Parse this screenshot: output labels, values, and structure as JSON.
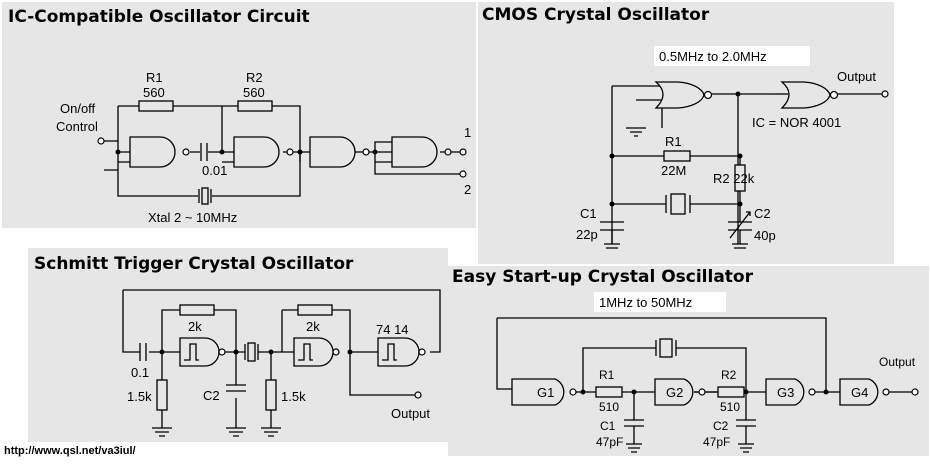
{
  "titles": {
    "ic": "IC-Compatible Oscillator Circuit",
    "cmos": "CMOS Crystal Oscillator",
    "schmitt": "Schmitt Trigger Crystal Oscillator",
    "easy": "Easy Start-up Crystal Oscillator"
  },
  "ic": {
    "r1": "R1",
    "r1v": "560",
    "r2": "R2",
    "r2v": "560",
    "onoff": "On/off",
    "control": "Control",
    "cap": "0.01",
    "xtal": "Xtal 2 ~ 10MHz",
    "out1": "1",
    "out2": "2"
  },
  "cmos": {
    "freq": "0.5MHz  to  2.0MHz",
    "output": "Output",
    "ic": "IC = NOR 4001",
    "r1": "R1",
    "r1v": "22M",
    "r2": "R2 22k",
    "c1": "C1",
    "c1v": "22p",
    "c2": "C2",
    "c2v": "40p"
  },
  "schmitt": {
    "r2k_a": "2k",
    "r2k_b": "2k",
    "chip": "74 14",
    "cap": "0.1",
    "r15_a": "1.5k",
    "r15_b": "1.5k",
    "c2": "C2",
    "output": "Output"
  },
  "easy": {
    "freq": "1MHz to 50MHz",
    "g1": "G1",
    "g2": "G2",
    "g3": "G3",
    "g4": "G4",
    "r1": "R1",
    "r1v": "510",
    "r2": "R2",
    "r2v": "510",
    "c1": "C1",
    "c1v": "47pF",
    "c2": "C2",
    "c2v": "47pF",
    "output": "Output"
  },
  "footer": {
    "url": "http://www.qsl.net/va3iul/"
  }
}
